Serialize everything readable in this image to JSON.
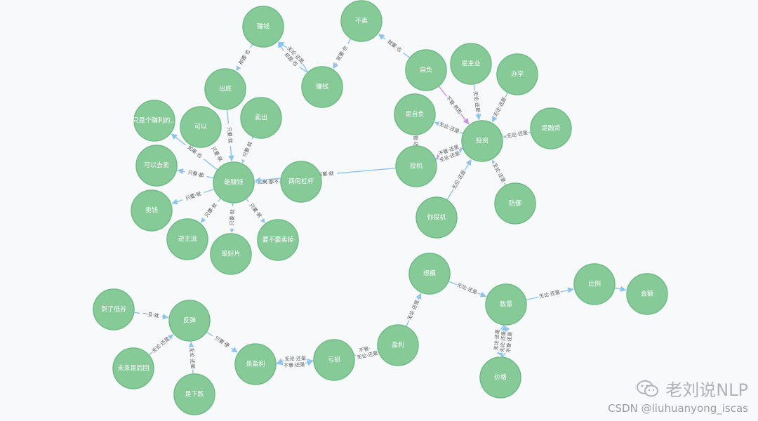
{
  "nodes": [
    {
      "id": "zhuanqian",
      "label": "赚钱"
    },
    {
      "id": "buyao",
      "label": "不卖"
    },
    {
      "id": "chudi",
      "label": "出底"
    },
    {
      "id": "jiqian",
      "label": "赚钱"
    },
    {
      "id": "zifu",
      "label": "自负"
    },
    {
      "id": "shizhuye",
      "label": "是主业"
    },
    {
      "id": "banxue",
      "label": "办学"
    },
    {
      "id": "zhishige",
      "label": "只是个赚利的..."
    },
    {
      "id": "keyi",
      "label": "可以"
    },
    {
      "id": "maichu",
      "label": "卖出"
    },
    {
      "id": "shizifu",
      "label": "是自负"
    },
    {
      "id": "touzi",
      "label": "投资"
    },
    {
      "id": "jirongye",
      "label": "是融资"
    },
    {
      "id": "keyiqumai",
      "label": "可以去卖"
    },
    {
      "id": "nengzhuanqian",
      "label": "能赚钱"
    },
    {
      "id": "liangyonggg",
      "label": "两用杠杆"
    },
    {
      "id": "touji",
      "label": "投机"
    },
    {
      "id": "fangxian",
      "label": "防御"
    },
    {
      "id": "maiqian",
      "label": "卖钱"
    },
    {
      "id": "nitouji",
      "label": "你投机"
    },
    {
      "id": "zhuliu",
      "label": "逆主流"
    },
    {
      "id": "shihaopian",
      "label": "是好片"
    },
    {
      "id": "yaobuyao",
      "label": "要不要卖掉"
    },
    {
      "id": "guimo",
      "label": "规模"
    },
    {
      "id": "daoliaodiyu",
      "label": "到了低谷"
    },
    {
      "id": "fantan",
      "label": "反弹"
    },
    {
      "id": "shuliang",
      "label": "数量"
    },
    {
      "id": "bili",
      "label": "比例"
    },
    {
      "id": "jine",
      "label": "金额"
    },
    {
      "id": "weilaishi",
      "label": "未来是后回"
    },
    {
      "id": "shiyingli",
      "label": "是盈利"
    },
    {
      "id": "kuisun",
      "label": "亏损"
    },
    {
      "id": "yingli",
      "label": "盈利"
    },
    {
      "id": "shixiadie",
      "label": "是下跌"
    },
    {
      "id": "jiage",
      "label": "价格"
    }
  ],
  "edges": [
    {
      "from": "zhuanqian",
      "to": "chudi",
      "label": "即要·也"
    },
    {
      "from": "jiqian",
      "to": "zhuanqian",
      "label": "却是·也"
    },
    {
      "from": "jiqian",
      "to": "zhuanqian",
      "label": "无论·还是"
    },
    {
      "from": "buyao",
      "to": "jiqian",
      "label": "就要·也"
    },
    {
      "from": "zifu",
      "to": "buyao",
      "label": "就要·也"
    },
    {
      "from": "chudi",
      "to": "nengzhuanqian",
      "label": "只要·就"
    },
    {
      "from": "keyi",
      "to": "nengzhuanqian",
      "label": "只要·就"
    },
    {
      "from": "maichu",
      "to": "nengzhuanqian",
      "label": "只要·就"
    },
    {
      "from": "nengzhuanqian",
      "to": "zhishige",
      "label": "如果·也"
    },
    {
      "from": "nengzhuanqian",
      "to": "keyiqumai",
      "label": "只要·都"
    },
    {
      "from": "nengzhuanqian",
      "to": "maiqian",
      "label": "只要·就"
    },
    {
      "from": "nengzhuanqian",
      "to": "zhuliu",
      "label": "只要·就"
    },
    {
      "from": "nengzhuanqian",
      "to": "shihaopian",
      "label": "只要·就"
    },
    {
      "from": "nengzhuanqian",
      "to": "yaobuyao",
      "label": "只要·就"
    },
    {
      "from": "liangyonggg",
      "to": "nengzhuanqian",
      "label": "如果·都不"
    },
    {
      "from": "touji",
      "to": "nengzhuanqian",
      "label": "只要·就"
    },
    {
      "from": "zifu",
      "to": "touzi",
      "label": "不管·然而"
    },
    {
      "from": "shizhuye",
      "to": "touzi",
      "label": "无论·还是"
    },
    {
      "from": "banxue",
      "to": "touzi",
      "label": "无论·还是"
    },
    {
      "from": "jirongye",
      "to": "touzi",
      "label": "无论·还是"
    },
    {
      "from": "touzi",
      "to": "shizifu",
      "label": "无论·还是"
    },
    {
      "from": "touzi",
      "to": "touji",
      "label": "不管·还是"
    },
    {
      "from": "touji",
      "to": "touzi",
      "label": "无论·还是"
    },
    {
      "from": "nitouji",
      "to": "touzi",
      "label": "无论·还是"
    },
    {
      "from": "fangxian",
      "to": "touzi",
      "label": "无论·还是"
    },
    {
      "from": "touji",
      "to": "shizifu",
      "label": "不管·还是"
    },
    {
      "from": "daoliaodiyu",
      "to": "fantan",
      "label": "一旦·就"
    },
    {
      "from": "weilaishi",
      "to": "fantan",
      "label": "无论·还是"
    },
    {
      "from": "shixiadie",
      "to": "fantan",
      "label": "无论·还是"
    },
    {
      "from": "fantan",
      "to": "shiyingli",
      "label": "只要·便"
    },
    {
      "from": "shiyingli",
      "to": "kuisun",
      "label": "不管·还是"
    },
    {
      "from": "kuisun",
      "to": "shiyingli",
      "label": "无论·还是"
    },
    {
      "from": "kuisun",
      "to": "yingli",
      "label": "不管·"
    },
    {
      "from": "yingli",
      "to": "kuisun",
      "label": "无论·还是"
    },
    {
      "from": "yingli",
      "to": "guimo",
      "label": "无论·还是"
    },
    {
      "from": "guimo",
      "to": "shuliang",
      "label": "无论·还是"
    },
    {
      "from": "shuliang",
      "to": "bili",
      "label": "无论·还是"
    },
    {
      "from": "bili",
      "to": "jine",
      "label": ""
    },
    {
      "from": "shuliang",
      "to": "jiage",
      "label": "无论·还是"
    },
    {
      "from": "jiage",
      "to": "shuliang",
      "label": "无论·还是"
    },
    {
      "from": "jiage",
      "to": "shuliang",
      "label": "不管·还是"
    }
  ],
  "watermark": {
    "line1": "老刘说NLP",
    "line2": "CSDN @liuhuanyong_iscas",
    "icon": "wechat-icon"
  },
  "colors": {
    "node": "#86ca98",
    "node_border": "#6fbb86",
    "edge": "#8ec3ee",
    "edge_alt": "#c98ee8"
  }
}
